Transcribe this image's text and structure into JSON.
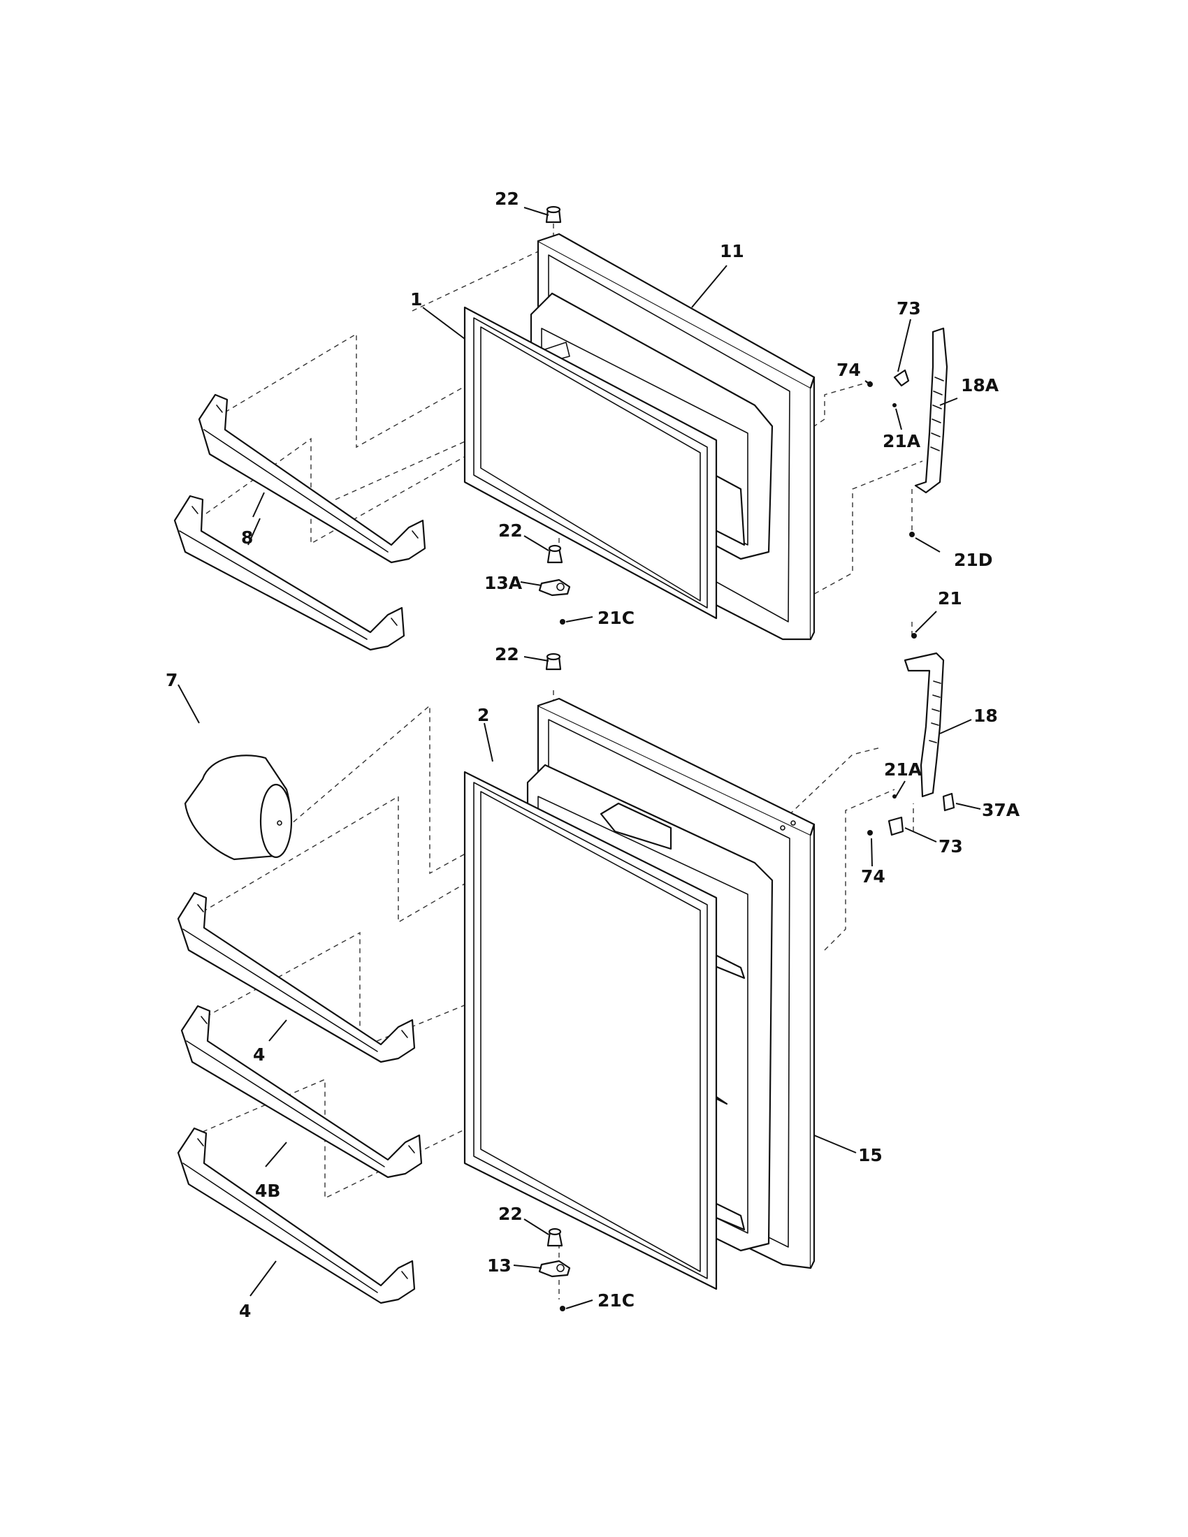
{
  "diagram": {
    "labels": {
      "l_22_top": "22",
      "l_11": "11",
      "l_1": "1",
      "l_73_top": "73",
      "l_74_top": "74",
      "l_18A": "18A",
      "l_21A_top": "21A",
      "l_8": "8",
      "l_22_mid1": "22",
      "l_13A": "13A",
      "l_21C_top": "21C",
      "l_21D": "21D",
      "l_21": "21",
      "l_22_mid2": "22",
      "l_7": "7",
      "l_2": "2",
      "l_18": "18",
      "l_21A_bot": "21A",
      "l_37A": "37A",
      "l_73_bot": "73",
      "l_74_bot": "74",
      "l_4_top": "4",
      "l_4B": "4B",
      "l_15": "15",
      "l_22_bot": "22",
      "l_13": "13",
      "l_21C_bot": "21C",
      "l_4_bot": "4"
    }
  }
}
